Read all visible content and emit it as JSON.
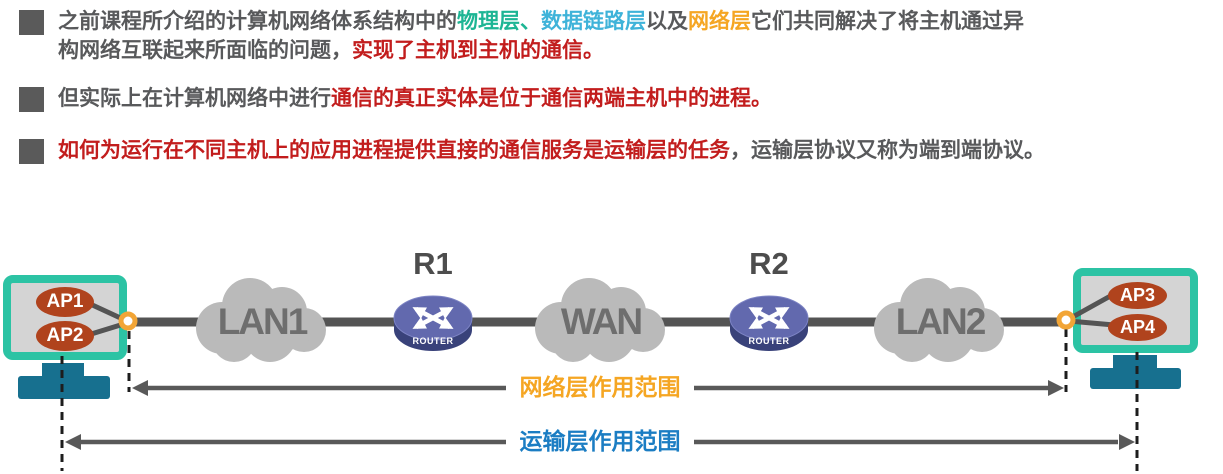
{
  "slide": {
    "bullets": [
      {
        "lines": [
          {
            "segments": [
              {
                "t": "之前课程所介绍的计算机网络体系结构中的",
                "c": "gray"
              },
              {
                "t": "物理层、",
                "c": "green"
              },
              {
                "t": "数据链路层",
                "c": "blue"
              },
              {
                "t": "以及",
                "c": "gray"
              },
              {
                "t": "网络层",
                "c": "orange"
              },
              {
                "t": "它们共同解决了将主机通过异",
                "c": "gray"
              }
            ]
          },
          {
            "segments": [
              {
                "t": "构网络互联起来所面临的问题，",
                "c": "gray"
              },
              {
                "t": "实现了主机到主机的通信。",
                "c": "red"
              }
            ]
          }
        ]
      },
      {
        "lines": [
          {
            "segments": [
              {
                "t": "但实际上在计算机网络中进行",
                "c": "gray"
              },
              {
                "t": "通信的真正实体是位于通信两端主机中的进程。",
                "c": "red"
              }
            ]
          }
        ]
      },
      {
        "lines": [
          {
            "segments": [
              {
                "t": "如何为运行在不同主机上的应用进程提供直接的通信服务是运输层的任务",
                "c": "red"
              },
              {
                "t": "，运输层协议又称为端到端协议。",
                "c": "gray"
              }
            ]
          }
        ]
      }
    ]
  },
  "diagram": {
    "hosts": {
      "left_apps": [
        "AP1",
        "AP2"
      ],
      "right_apps": [
        "AP3",
        "AP4"
      ]
    },
    "clouds": [
      "LAN1",
      "WAN",
      "LAN2"
    ],
    "routers": {
      "r1": "R1",
      "r2": "R2",
      "caption": "ROUTER"
    },
    "ranges": {
      "network": "网络层作用范围",
      "transport": "运输层作用范围"
    }
  },
  "colors": {
    "body_gray": "#58595b",
    "physical_layer_green": "#1db594",
    "datalink_layer_blue": "#3fb3d9",
    "network_layer_orange": "#f5a623",
    "emphasis_red": "#c21d1d",
    "monitor_teal": "#2cc3a4",
    "ap_rust": "#b0431d",
    "stand_teal": "#17708f",
    "cloud_gray": "#bababa",
    "router_purple": "#6269ae",
    "line_gray": "#545454",
    "transport_label_blue": "#1b7dc3",
    "connection_point_orange": "#f2a536"
  }
}
